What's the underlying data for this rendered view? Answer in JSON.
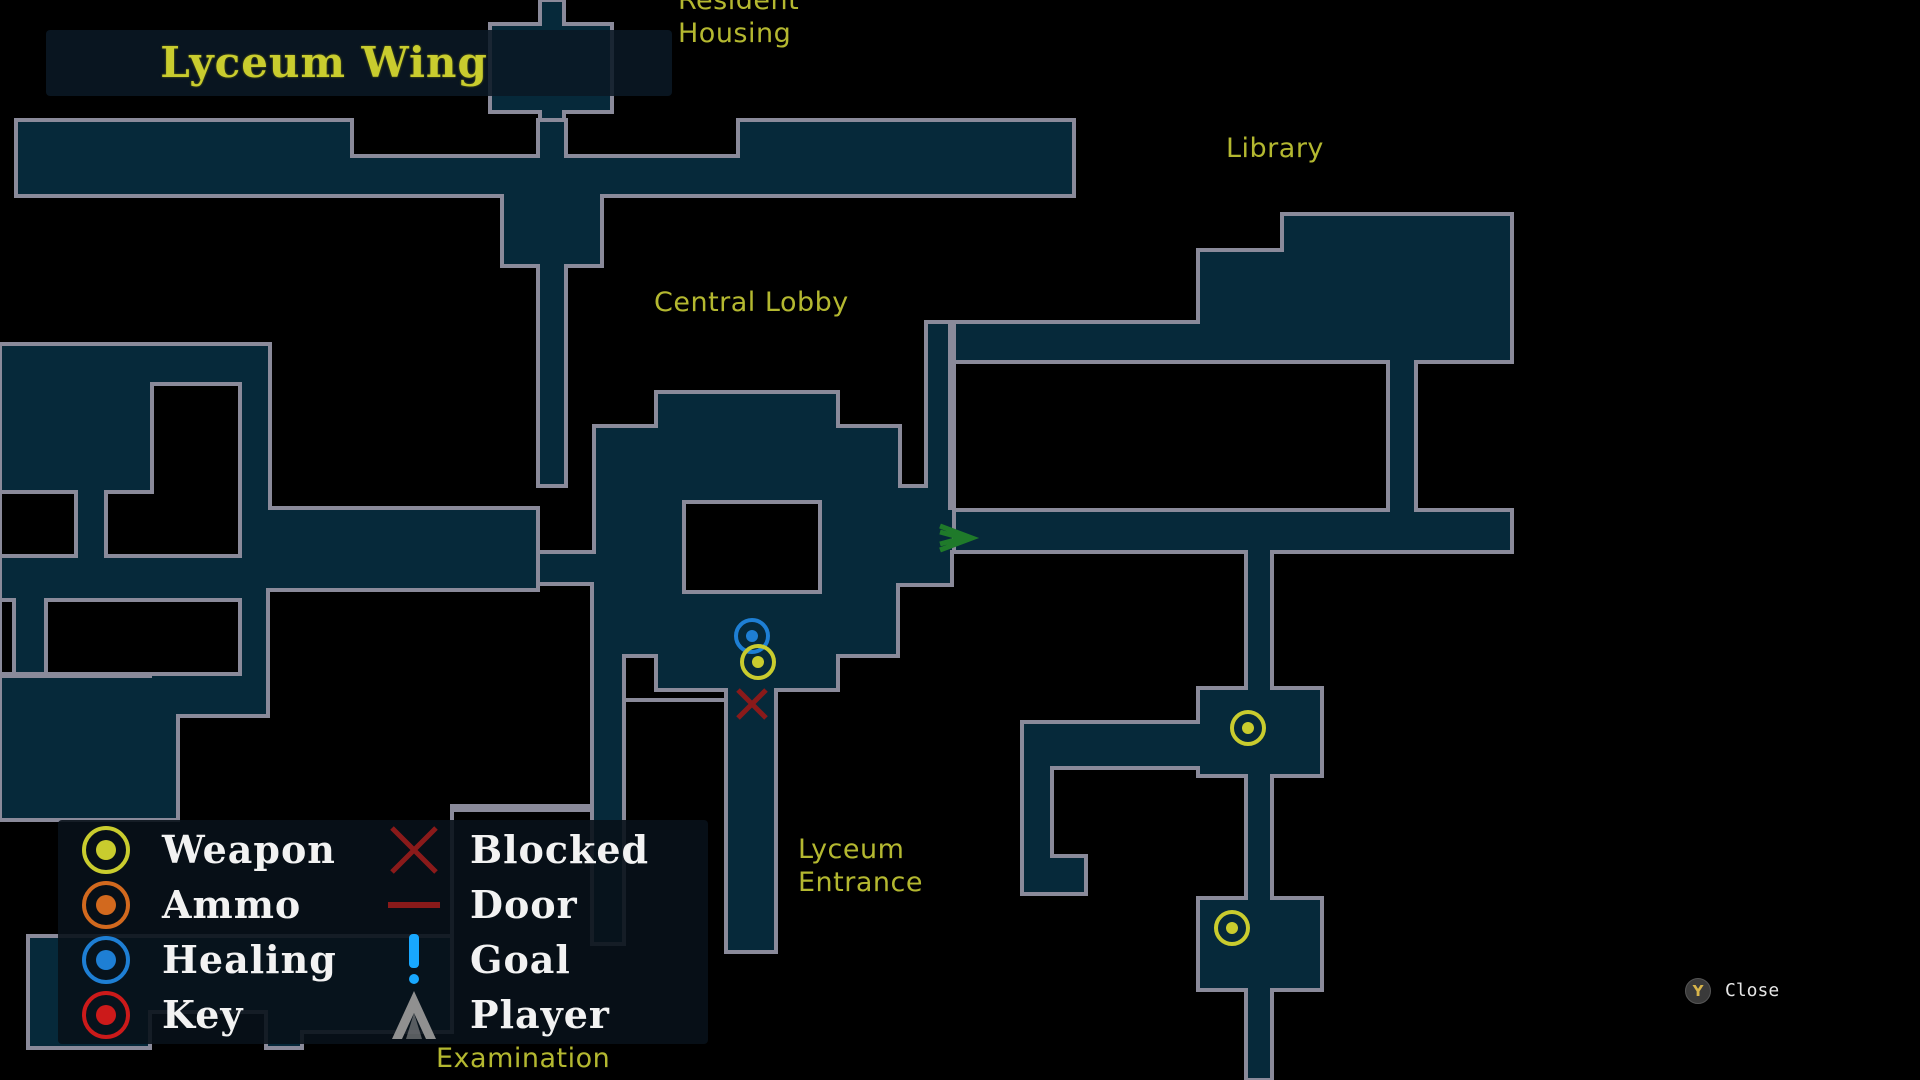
{
  "title": "Lyceum Wing",
  "colors": {
    "room_fill": "#06293a",
    "room_stroke": "#8a8a9a",
    "background": "#000000",
    "label": "#b4b830",
    "weapon": "#c9cc2e",
    "ammo": "#d2691e",
    "healing": "#1e7fd4",
    "key": "#cc1a1a",
    "blocked": "#8a1a1a",
    "door": "#8a1a1a",
    "goal": "#18a8ff",
    "player": "#909090",
    "objective_arrow": "#1f7a2a"
  },
  "areas": [
    {
      "id": "resident-housing",
      "text": "Resident\nHousing"
    },
    {
      "id": "library",
      "text": "Library"
    },
    {
      "id": "central-lobby",
      "text": "Central Lobby"
    },
    {
      "id": "lyceum-entrance",
      "text": "Lyceum\nEntrance"
    },
    {
      "id": "examination",
      "text": "Examination"
    }
  ],
  "legend": [
    {
      "icon": "weapon-icon",
      "label": "Weapon"
    },
    {
      "icon": "ammo-icon",
      "label": "Ammo"
    },
    {
      "icon": "healing-icon",
      "label": "Healing"
    },
    {
      "icon": "key-icon",
      "label": "Key"
    },
    {
      "icon": "blocked-icon",
      "label": "Blocked"
    },
    {
      "icon": "door-icon",
      "label": "Door"
    },
    {
      "icon": "goal-icon",
      "label": "Goal"
    },
    {
      "icon": "player-icon",
      "label": "Player"
    }
  ],
  "markers": [
    {
      "type": "healing",
      "icon": "healing-icon"
    },
    {
      "type": "weapon",
      "icon": "weapon-icon"
    },
    {
      "type": "blocked",
      "icon": "blocked-icon"
    },
    {
      "type": "weapon",
      "icon": "weapon-icon"
    },
    {
      "type": "weapon",
      "icon": "weapon-icon"
    },
    {
      "type": "objective",
      "icon": "objective-arrow-icon"
    }
  ],
  "controls": {
    "close_button": "Y",
    "close_label": "Close"
  }
}
